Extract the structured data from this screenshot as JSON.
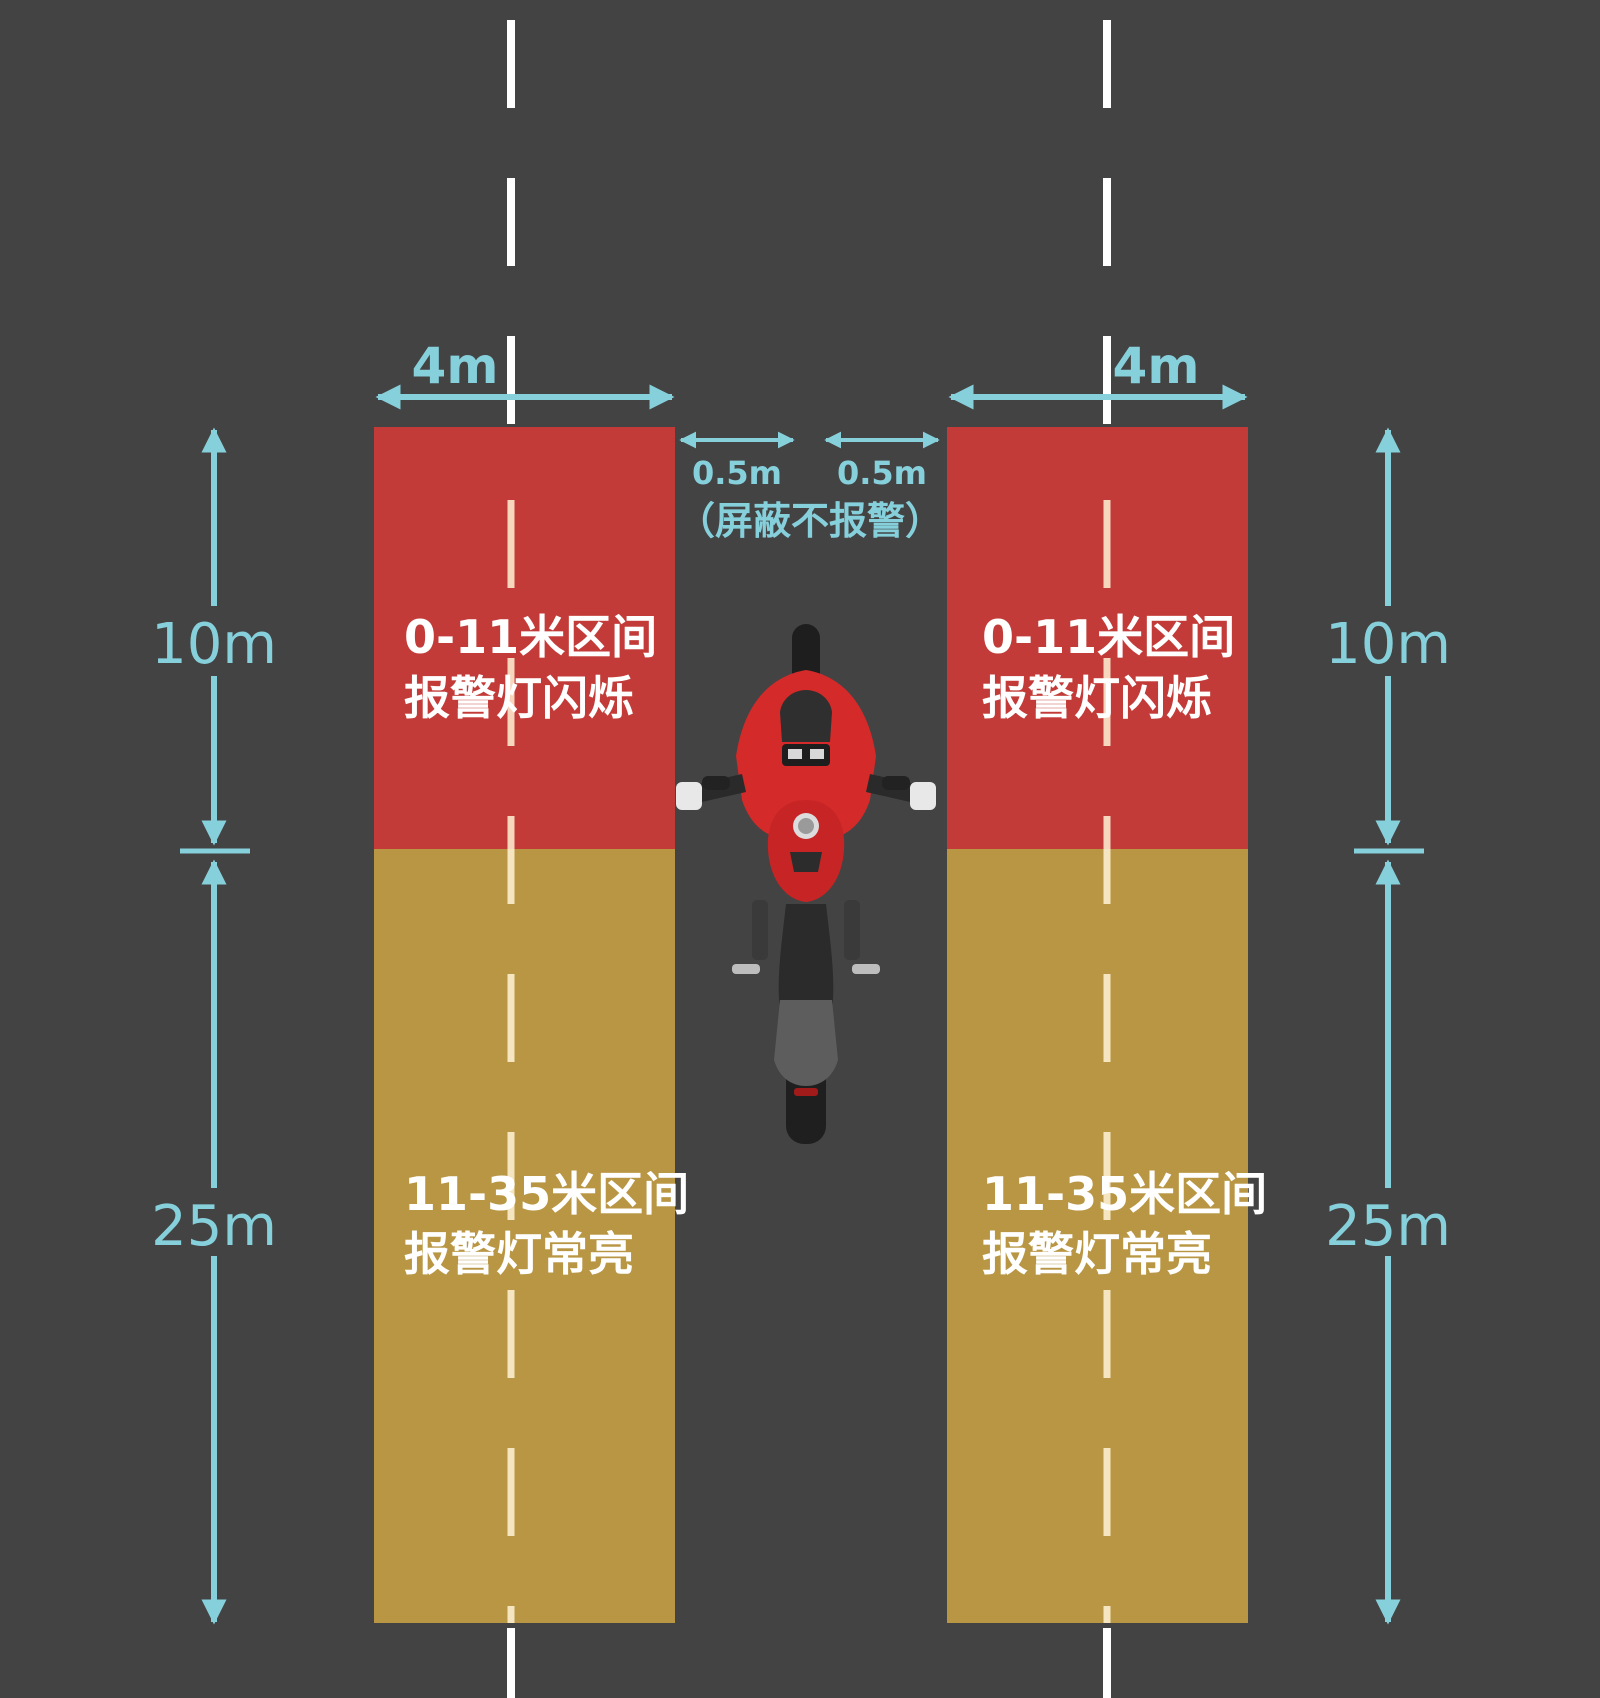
{
  "colors": {
    "road": "#434343",
    "lane_line": "#ffffff",
    "red_zone": "#c33b38",
    "yellow_zone": "#b99643",
    "dimension": "#86d0dc",
    "bike_body": "#d42a2a",
    "bike_dark": "#2b2b2b"
  },
  "left": {
    "width_label": "4m",
    "red_zone": {
      "line1": "0-11米区间",
      "line2": "报警灯闪烁"
    },
    "yellow_zone": {
      "line1": "11-35米区间",
      "line2": "报警灯常亮"
    },
    "length_red": "10m",
    "length_yellow": "25m"
  },
  "right": {
    "width_label": "4m",
    "red_zone": {
      "line1": "0-11米区间",
      "line2": "报警灯闪烁"
    },
    "yellow_zone": {
      "line1": "11-35米区间",
      "line2": "报警灯常亮"
    },
    "length_red": "10m",
    "length_yellow": "25m"
  },
  "gap": {
    "left_label": "0.5m",
    "right_label": "0.5m",
    "note": "（屏蔽不报警）"
  },
  "icons": {
    "vehicle": "motorcycle-icon"
  }
}
